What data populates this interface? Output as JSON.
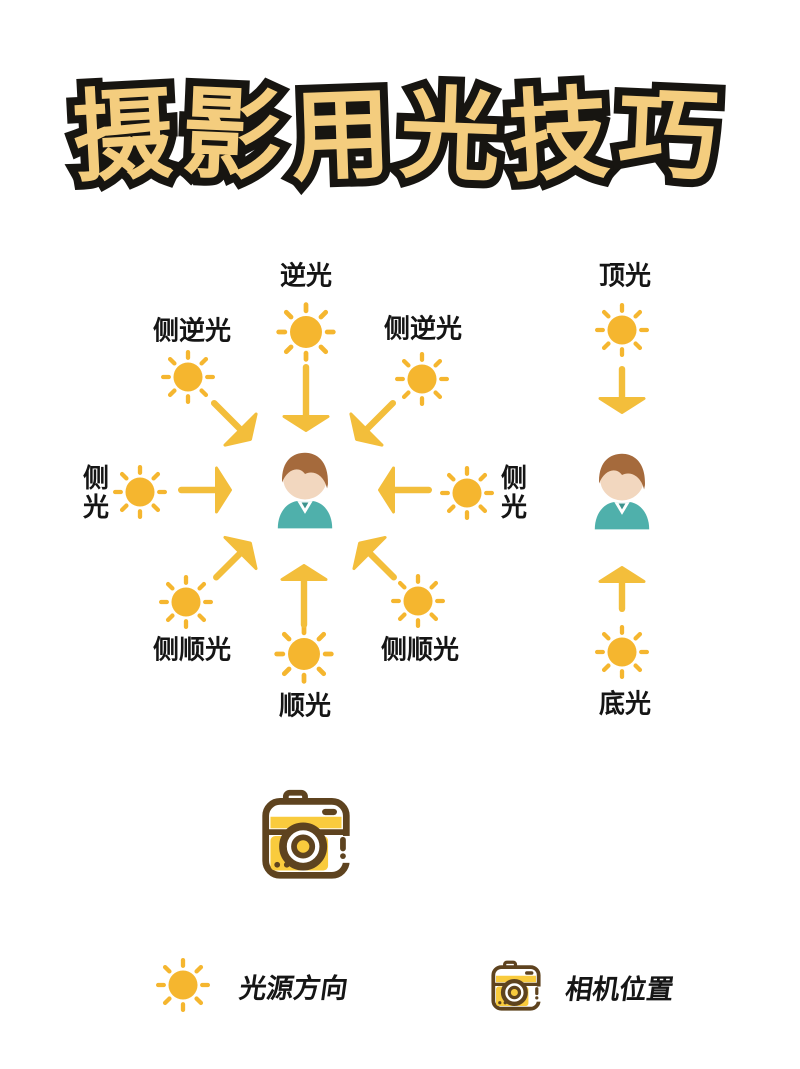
{
  "title": {
    "text": "摄影用光技巧",
    "chars": [
      "摄",
      "影",
      "用",
      "光",
      "技",
      "巧"
    ]
  },
  "colors": {
    "background": "#FFFFFF",
    "title_fill": "#F4CD7E",
    "title_outline": "#171511",
    "sun": "#F5B62F",
    "arrow": "#F3BE3B",
    "text": "#151515",
    "camera_brown": "#5E431F",
    "camera_yellow": "#F9CB3D",
    "person_hair": "#A56A3C",
    "person_skin": "#F2D7BF",
    "person_shirt": "#4FB0AB",
    "person_shirt_dark": "#3D948E"
  },
  "diagram": {
    "labels": {
      "backlight": "逆光",
      "side_backlight_left": "侧逆光",
      "side_backlight_right": "侧逆光",
      "side_light_left": "侧光",
      "side_light_right": "侧光",
      "side_front_left": "侧顺光",
      "side_front_right": "侧顺光",
      "front_light": "顺光",
      "top_light": "顶光",
      "bottom_light": "底光"
    }
  },
  "legend": {
    "light_source_label": "光源方向",
    "camera_position_label": "相机位置"
  },
  "icons": {
    "sun": "sun-icon (gold circle with 8 rays)",
    "person": "subject-person-icon (brown hair, teal shirt)",
    "camera": "camera-icon (brown outline, yellow body)"
  }
}
